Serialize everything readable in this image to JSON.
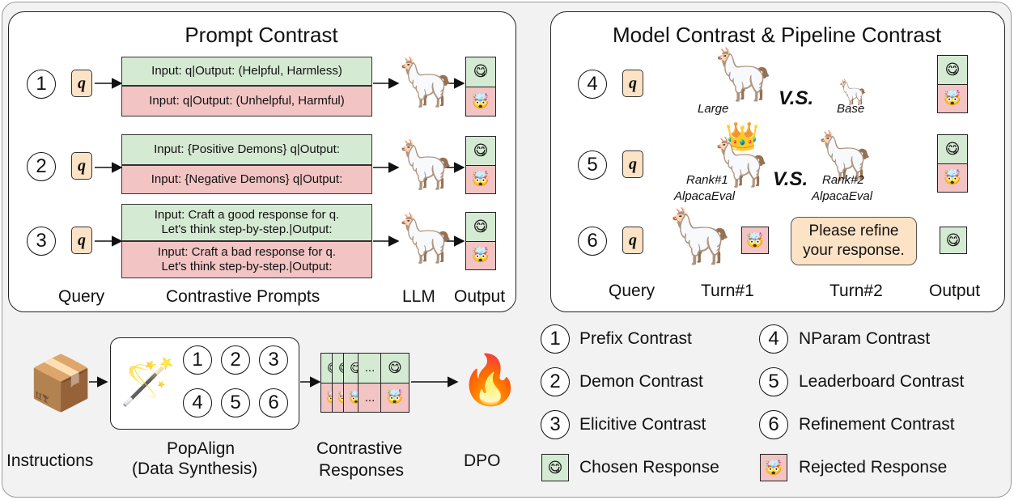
{
  "prompt_panel": {
    "title": "Prompt Contrast",
    "rows": [
      {
        "num": "1",
        "query": "q",
        "good": [
          "Input: q|Output: (Helpful, Harmless)"
        ],
        "bad": [
          "Input: q|Output: (Unhelpful, Harmful)"
        ]
      },
      {
        "num": "2",
        "query": "q",
        "good": [
          "Input: {Positive Demons} q|Output:"
        ],
        "bad": [
          "Input: {Negative Demons} q|Output:"
        ]
      },
      {
        "num": "3",
        "query": "q",
        "good": [
          "Input: Craft a good response for q.",
          "Let's think step-by-step.|Output:"
        ],
        "bad": [
          "Input: Craft a bad response for q.",
          "Let's think step-by-step.|Output:"
        ]
      }
    ],
    "footer": {
      "query": "Query",
      "prompts": "Contrastive Prompts",
      "llm": "LLM",
      "output": "Output"
    }
  },
  "model_panel": {
    "title": "Model Contrast & Pipeline Contrast",
    "row4": {
      "num": "4",
      "query": "q",
      "left_label": "Large",
      "vs": "V.S.",
      "right_label": "Base"
    },
    "row5": {
      "num": "5",
      "query": "q",
      "left_label_1": "Rank#1",
      "left_label_2": "AlpacaEval",
      "vs": "V.S.",
      "right_label_1": "Rank#2",
      "right_label_2": "AlpacaEval"
    },
    "row6": {
      "num": "6",
      "query": "q",
      "refine_1": "Please refine",
      "refine_2": "your response."
    },
    "footer": {
      "query": "Query",
      "turn1": "Turn#1",
      "turn2": "Turn#2",
      "output": "Output"
    }
  },
  "pipeline": {
    "instructions": "Instructions",
    "popalign_1": "PopAlign",
    "popalign_2": "(Data Synthesis)",
    "numbers": [
      "1",
      "2",
      "3",
      "4",
      "5",
      "6"
    ],
    "responses_1": "Contrastive",
    "responses_2": "Responses",
    "ellipsis": "...",
    "dpo": "DPO"
  },
  "legend": [
    {
      "num": "1",
      "label": "Prefix Contrast"
    },
    {
      "num": "4",
      "label": "NParam Contrast"
    },
    {
      "num": "2",
      "label": "Demon Contrast"
    },
    {
      "num": "5",
      "label": "Leaderboard Contrast"
    },
    {
      "num": "3",
      "label": "Elicitive Contrast"
    },
    {
      "num": "6",
      "label": "Refinement Contrast"
    },
    {
      "swatch": "chosen",
      "label": "Chosen Response"
    },
    {
      "swatch": "rejected",
      "label": "Rejected Response"
    }
  ],
  "colors": {
    "chosen": "#d5ead3",
    "rejected": "#f2c4c4",
    "query": "#fde3c6"
  },
  "icons": {
    "chosen": "grinning-face-icon",
    "rejected": "exploding-head-icon",
    "llm": "llama-icon",
    "crown": "crown-icon",
    "box": "package-icon",
    "wand": "magic-wand-icon",
    "fire": "fire-icon"
  }
}
